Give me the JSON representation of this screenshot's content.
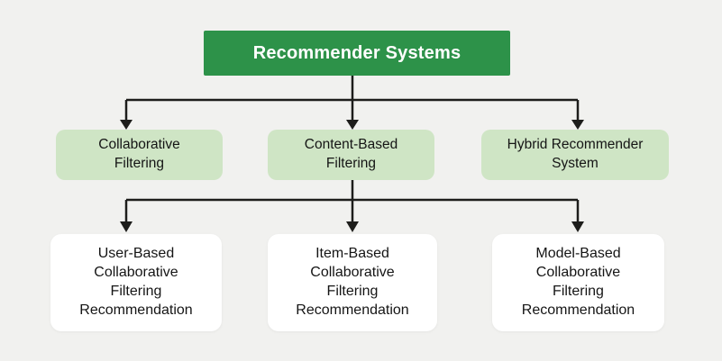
{
  "diagram": {
    "title": "Recommender Systems",
    "root": {
      "label": "Recommender Systems"
    },
    "level1": [
      {
        "id": "collaborative-filtering",
        "lines": [
          "Collaborative",
          "Filtering"
        ]
      },
      {
        "id": "content-based-filtering",
        "lines": [
          "Content-Based",
          "Filtering"
        ]
      },
      {
        "id": "hybrid-recommender-system",
        "lines": [
          "Hybrid Recommender",
          "System"
        ]
      }
    ],
    "level2": [
      {
        "id": "user-based-collaborative-filtering-recommendation",
        "lines": [
          "User-Based",
          "Collaborative",
          "Filtering",
          "Recommendation"
        ]
      },
      {
        "id": "item-based-collaborative-filtering-recommendation",
        "lines": [
          "Item-Based",
          "Collaborative",
          "Filtering",
          "Recommendation"
        ]
      },
      {
        "id": "model-based-collaborative-filtering-recommendation",
        "lines": [
          "Model-Based",
          "Collaborative",
          "Filtering",
          "Recommendation"
        ]
      }
    ],
    "edges": [
      {
        "from": "recommender-systems",
        "to": "collaborative-filtering"
      },
      {
        "from": "recommender-systems",
        "to": "content-based-filtering"
      },
      {
        "from": "recommender-systems",
        "to": "hybrid-recommender-system"
      },
      {
        "from": "content-based-filtering",
        "to": "user-based-collaborative-filtering-recommendation"
      },
      {
        "from": "content-based-filtering",
        "to": "item-based-collaborative-filtering-recommendation"
      },
      {
        "from": "content-based-filtering",
        "to": "model-based-collaborative-filtering-recommendation"
      }
    ]
  },
  "colors": {
    "background": "#f1f1ef",
    "root_fill": "#2d9249",
    "root_text": "#ffffff",
    "level1_fill": "#cfe5c5",
    "level2_fill": "#ffffff",
    "node_text": "#151515",
    "connector": "#1d1d1b"
  }
}
